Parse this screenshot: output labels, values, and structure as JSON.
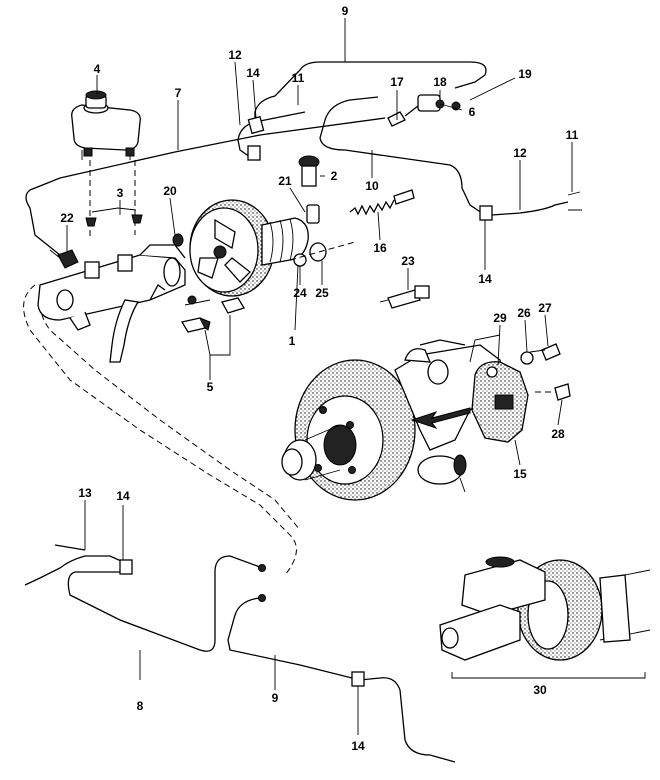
{
  "diagram": {
    "callouts": [
      {
        "id": "c1",
        "text": "1"
      },
      {
        "id": "c2",
        "text": "2"
      },
      {
        "id": "c3",
        "text": "3"
      },
      {
        "id": "c4",
        "text": "4"
      },
      {
        "id": "c5",
        "text": "5"
      },
      {
        "id": "c6",
        "text": "6"
      },
      {
        "id": "c7",
        "text": "7"
      },
      {
        "id": "c8",
        "text": "8"
      },
      {
        "id": "c9a",
        "text": "9"
      },
      {
        "id": "c9b",
        "text": "9"
      },
      {
        "id": "c10",
        "text": "10"
      },
      {
        "id": "c11a",
        "text": "11"
      },
      {
        "id": "c11b",
        "text": "11"
      },
      {
        "id": "c12a",
        "text": "12"
      },
      {
        "id": "c12b",
        "text": "12"
      },
      {
        "id": "c13",
        "text": "13"
      },
      {
        "id": "c14a",
        "text": "14"
      },
      {
        "id": "c14b",
        "text": "14"
      },
      {
        "id": "c14c",
        "text": "14"
      },
      {
        "id": "c14d",
        "text": "14"
      },
      {
        "id": "c15",
        "text": "15"
      },
      {
        "id": "c16",
        "text": "16"
      },
      {
        "id": "c17",
        "text": "17"
      },
      {
        "id": "c18",
        "text": "18"
      },
      {
        "id": "c19",
        "text": "19"
      },
      {
        "id": "c20",
        "text": "20"
      },
      {
        "id": "c21",
        "text": "21"
      },
      {
        "id": "c22",
        "text": "22"
      },
      {
        "id": "c23",
        "text": "23"
      },
      {
        "id": "c24",
        "text": "24"
      },
      {
        "id": "c25",
        "text": "25"
      },
      {
        "id": "c26",
        "text": "26"
      },
      {
        "id": "c27",
        "text": "27"
      },
      {
        "id": "c28",
        "text": "28"
      },
      {
        "id": "c29",
        "text": "29"
      },
      {
        "id": "c30",
        "text": "30"
      }
    ]
  }
}
